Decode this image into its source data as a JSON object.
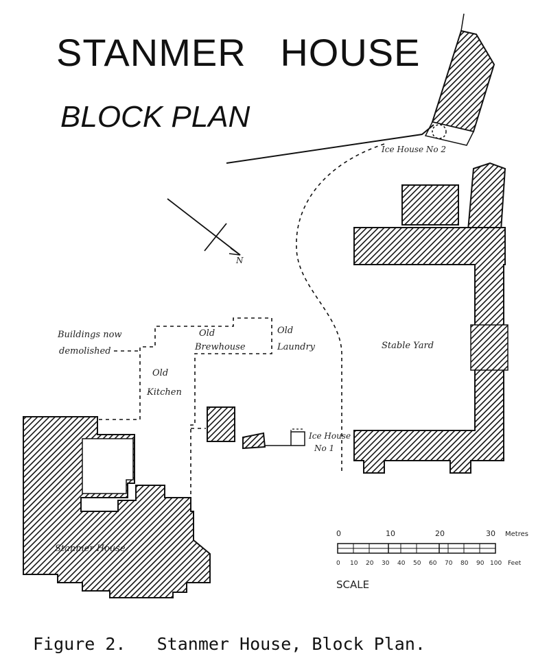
{
  "title": "STANMER   HOUSE",
  "subtitle": "BLOCK PLAN",
  "caption": "Figure 2.   Stanmer House, Block Plan.",
  "labels": {
    "ice_house_2": "Ice House No 2",
    "buildings_demolished_1": "Buildings now",
    "buildings_demolished_2": "demolished",
    "old_brewhouse_1": "Old",
    "old_brewhouse_2": "Brewhouse",
    "old_laundry_1": "Old",
    "old_laundry_2": "Laundry",
    "old_kitchen_1": "Old",
    "old_kitchen_2": "Kitchen",
    "stable_yard": "Stable Yard",
    "ice_house_1a": "Ice House",
    "ice_house_1b": "No 1",
    "stanmer_house": "Stanmer House",
    "north": "N"
  },
  "scale": {
    "label": "SCALE",
    "metres_ticks": [
      "0",
      "10",
      "20",
      "30"
    ],
    "metres_unit": "Metres",
    "feet_ticks": [
      "0",
      "10",
      "20",
      "30",
      "40",
      "50",
      "60",
      "70",
      "80",
      "90",
      "100"
    ],
    "feet_unit": "Feet"
  }
}
